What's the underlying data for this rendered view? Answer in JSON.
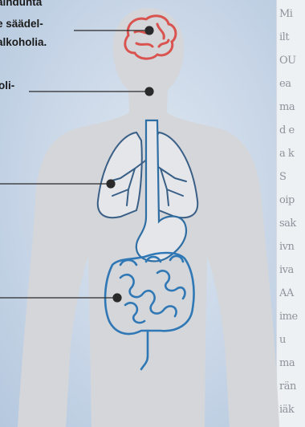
{
  "labels": {
    "brain_line1": "aihdunta",
    "brain_line2": "e säädel-",
    "brain_line3": "alkoholia.",
    "throat": "oli-"
  },
  "right_column_fragments": [
    "Mi",
    "ilt",
    "OU",
    "ea",
    "ma",
    "d e",
    "a k",
    "S",
    "oip",
    "sak",
    "ivn",
    "iva",
    "AA",
    "ime",
    "u",
    "ma",
    "rän",
    "iäk"
  ],
  "colors": {
    "body": "#d2d5d9",
    "brain": "#d9534f",
    "lungs": "#3a5f86",
    "stomach": "#2f6ea3",
    "intestine": "#2f78b5",
    "pointer": "#2a2a2a"
  }
}
